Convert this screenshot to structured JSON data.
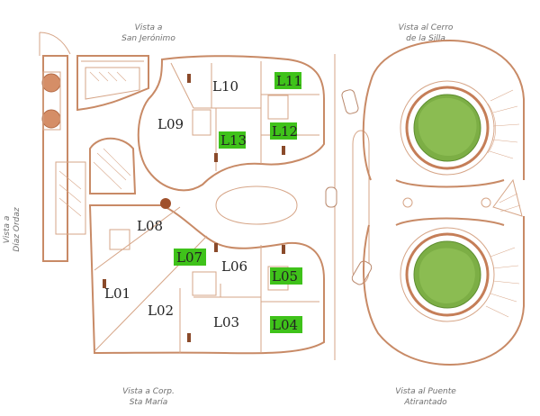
{
  "views": {
    "north_left": [
      "Vista a",
      "San Jerónimo"
    ],
    "north_right": [
      "Vista al Cerro",
      "de la Silla"
    ],
    "west": [
      "Vista a",
      "Díaz Ordaz"
    ],
    "south_left": [
      "Vista a Corp.",
      "Sta María"
    ],
    "south_right": [
      "Vista al Puente",
      "Atirantado"
    ]
  },
  "lots": [
    {
      "id": "l01",
      "label": "L01",
      "available": false
    },
    {
      "id": "l02",
      "label": "L02",
      "available": false
    },
    {
      "id": "l03",
      "label": "L03",
      "available": false
    },
    {
      "id": "l04",
      "label": "L04",
      "available": true
    },
    {
      "id": "l05",
      "label": "L05",
      "available": true
    },
    {
      "id": "l06",
      "label": "L06",
      "available": false
    },
    {
      "id": "l07",
      "label": "L07",
      "available": true
    },
    {
      "id": "l08",
      "label": "L08",
      "available": false
    },
    {
      "id": "l09",
      "label": "L09",
      "available": false
    },
    {
      "id": "l10",
      "label": "L10",
      "available": false
    },
    {
      "id": "l11",
      "label": "L11",
      "available": true
    },
    {
      "id": "l12",
      "label": "L12",
      "available": true
    },
    {
      "id": "l13",
      "label": "L13",
      "available": true
    }
  ],
  "colors": {
    "available": "#3fc21a",
    "wall": "#c88a66",
    "tree": "#7cae45"
  }
}
